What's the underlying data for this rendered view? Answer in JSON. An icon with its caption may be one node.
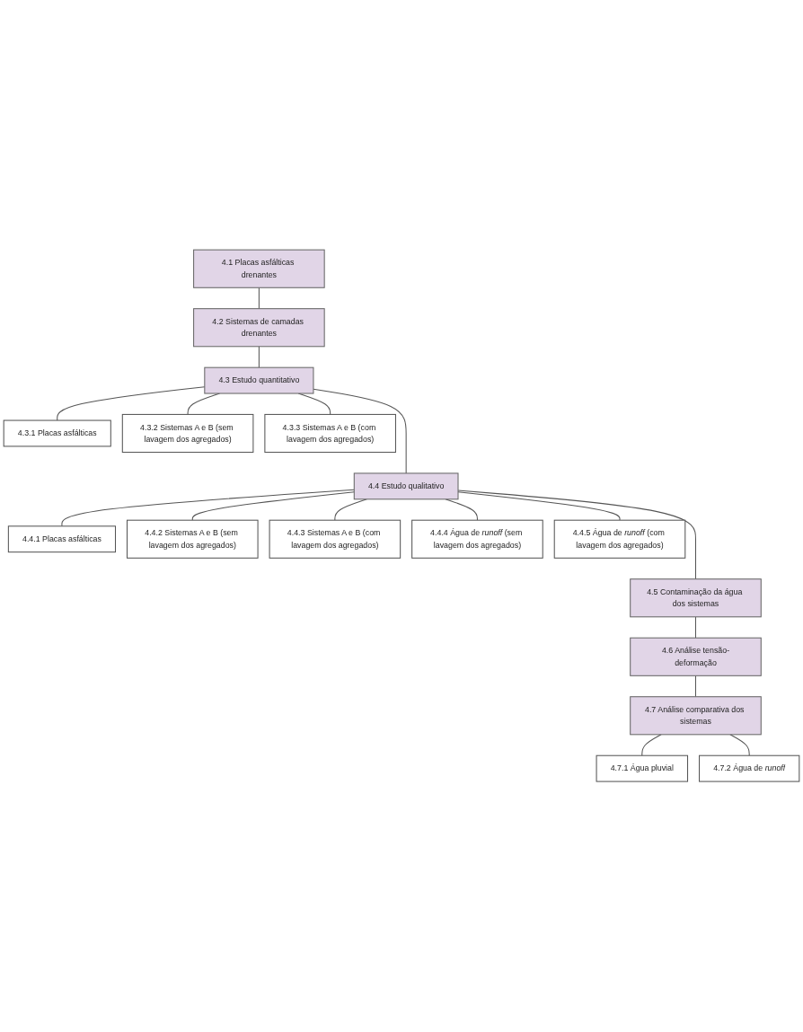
{
  "diagram": {
    "nodes": [
      {
        "text": [
          "4.1 Placas asfálticas drenantes"
        ]
      },
      {
        "text": [
          "4.2 Sistemas de camadas drenantes"
        ]
      },
      {
        "text": [
          "4.3 Estudo quantitativo"
        ]
      },
      {
        "text": [
          "4.3.1 Placas asfálticas"
        ]
      },
      {
        "text": [
          "4.3.2 Sistemas A e B (sem lavagem dos agregados)"
        ]
      },
      {
        "text": [
          "4.3.3 Sistemas A e B (com lavagem dos agregados)"
        ]
      },
      {
        "text": [
          "4.4 Estudo qualitativo"
        ]
      },
      {
        "text": [
          "4.4.1 Placas asfálticas"
        ]
      },
      {
        "text": [
          "4.4.2 Sistemas A e B (sem lavagem dos agregados)"
        ]
      },
      {
        "text": [
          "4.4.3 Sistemas A e B (com lavagem dos agregados)"
        ]
      },
      {
        "text": [
          "4.4.4 Água de *runoff* (sem lavagem dos agregados)"
        ]
      },
      {
        "text": [
          "4.4.5 Água de *runoff* (com lavagem dos agregados)"
        ]
      },
      {
        "text": [
          "4.5 Contaminação da água dos sistemas"
        ]
      },
      {
        "text": [
          "4.6 Análise tensão-deformação"
        ]
      },
      {
        "text": [
          "4.7 Análise comparativa dos sistemas"
        ]
      },
      {
        "text": [
          "4.7.1 Água pluvial"
        ]
      },
      {
        "text": [
          "4.7.2 Água de *runoff*"
        ]
      }
    ],
    "edges": [
      {
        "from": 0,
        "to": 1,
        "arrow": "none"
      },
      {
        "from": 1,
        "to": 2,
        "arrow": "none"
      },
      {
        "from": 2,
        "to": 3,
        "arrow": "none"
      },
      {
        "from": 2,
        "to": 4,
        "arrow": "none"
      },
      {
        "from": 2,
        "to": 5,
        "arrow": "none"
      },
      {
        "from": 2,
        "to": 6,
        "arrow": "none"
      },
      {
        "from": 6,
        "to": 7,
        "arrow": "none"
      },
      {
        "from": 6,
        "to": 8,
        "arrow": "none"
      },
      {
        "from": 6,
        "to": 9,
        "arrow": "none"
      },
      {
        "from": 6,
        "to": 10,
        "arrow": "none"
      },
      {
        "from": 6,
        "to": 11,
        "arrow": "none"
      },
      {
        "from": 6,
        "to": 12,
        "arrow": "none"
      },
      {
        "from": 12,
        "to": 13,
        "arrow": "none"
      },
      {
        "from": 13,
        "to": 14,
        "arrow": "none"
      },
      {
        "from": 14,
        "to": 15,
        "arrow": "none"
      },
      {
        "from": 14,
        "to": 16,
        "arrow": "none"
      }
    ]
  }
}
